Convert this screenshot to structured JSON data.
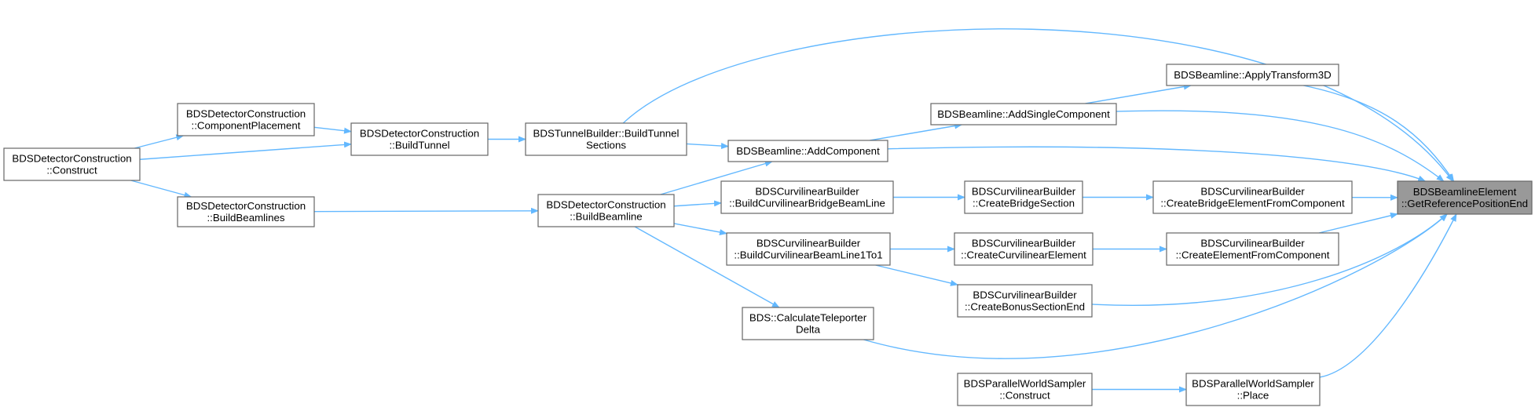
{
  "nodes": [
    {
      "id": "root",
      "lines": [
        "BDSBeamlineElement",
        "::GetReferencePositionEnd"
      ],
      "highlight": true
    },
    {
      "id": "applyT",
      "lines": [
        "BDSBeamline::ApplyTransform3D"
      ]
    },
    {
      "id": "addSingle",
      "lines": [
        "BDSBeamline::AddSingleComponent"
      ]
    },
    {
      "id": "addComp",
      "lines": [
        "BDSBeamline::AddComponent"
      ]
    },
    {
      "id": "tunnelSec",
      "lines": [
        "BDSTunnelBuilder::BuildTunnel",
        "Sections"
      ]
    },
    {
      "id": "buildTunnel",
      "lines": [
        "BDSDetectorConstruction",
        "::BuildTunnel"
      ]
    },
    {
      "id": "compPlace",
      "lines": [
        "BDSDetectorConstruction",
        "::ComponentPlacement"
      ]
    },
    {
      "id": "construct",
      "lines": [
        "BDSDetectorConstruction",
        "::Construct"
      ]
    },
    {
      "id": "buildBLs",
      "lines": [
        "BDSDetectorConstruction",
        "::BuildBeamlines"
      ]
    },
    {
      "id": "buildBL",
      "lines": [
        "BDSDetectorConstruction",
        "::BuildBeamline"
      ]
    },
    {
      "id": "bridgeBL",
      "lines": [
        "BDSCurvilinearBuilder",
        "::BuildCurvilinearBridgeBeamLine"
      ]
    },
    {
      "id": "bridgeSec",
      "lines": [
        "BDSCurvilinearBuilder",
        "::CreateBridgeSection"
      ]
    },
    {
      "id": "bridgeElem",
      "lines": [
        "BDSCurvilinearBuilder",
        "::CreateBridgeElementFromComponent"
      ]
    },
    {
      "id": "beamLine1",
      "lines": [
        "BDSCurvilinearBuilder",
        "::BuildCurvilinearBeamLine1To1"
      ]
    },
    {
      "id": "curvElem",
      "lines": [
        "BDSCurvilinearBuilder",
        "::CreateCurvilinearElement"
      ]
    },
    {
      "id": "elemFromComp",
      "lines": [
        "BDSCurvilinearBuilder",
        "::CreateElementFromComponent"
      ]
    },
    {
      "id": "bonus",
      "lines": [
        "BDSCurvilinearBuilder",
        "::CreateBonusSectionEnd"
      ]
    },
    {
      "id": "teleporter",
      "lines": [
        "BDS::CalculateTeleporter",
        "Delta"
      ]
    },
    {
      "id": "pwsConstruct",
      "lines": [
        "BDSParallelWorldSampler",
        "::Construct"
      ]
    },
    {
      "id": "pwsPlace",
      "lines": [
        "BDSParallelWorldSampler",
        "::Place"
      ]
    }
  ],
  "edges": [
    {
      "from": "applyT",
      "to": "root"
    },
    {
      "from": "addSingle",
      "to": "root"
    },
    {
      "from": "addComp",
      "to": "root"
    },
    {
      "from": "tunnelSec",
      "to": "root"
    },
    {
      "from": "bridgeElem",
      "to": "root"
    },
    {
      "from": "elemFromComp",
      "to": "root"
    },
    {
      "from": "bonus",
      "to": "root"
    },
    {
      "from": "teleporter",
      "to": "root"
    },
    {
      "from": "pwsPlace",
      "to": "root"
    },
    {
      "from": "addSingle",
      "to": "applyT"
    },
    {
      "from": "addComp",
      "to": "addSingle"
    },
    {
      "from": "tunnelSec",
      "to": "addComp"
    },
    {
      "from": "buildBL",
      "to": "addComp"
    },
    {
      "from": "buildTunnel",
      "to": "tunnelSec"
    },
    {
      "from": "compPlace",
      "to": "buildTunnel"
    },
    {
      "from": "construct",
      "to": "buildTunnel"
    },
    {
      "from": "construct",
      "to": "compPlace"
    },
    {
      "from": "construct",
      "to": "buildBLs"
    },
    {
      "from": "buildBLs",
      "to": "buildBL"
    },
    {
      "from": "buildBL",
      "to": "bridgeBL"
    },
    {
      "from": "buildBL",
      "to": "beamLine1"
    },
    {
      "from": "buildBL",
      "to": "teleporter"
    },
    {
      "from": "bridgeBL",
      "to": "bridgeSec"
    },
    {
      "from": "bridgeSec",
      "to": "bridgeElem"
    },
    {
      "from": "beamLine1",
      "to": "curvElem"
    },
    {
      "from": "beamLine1",
      "to": "bonus"
    },
    {
      "from": "curvElem",
      "to": "elemFromComp"
    },
    {
      "from": "pwsConstruct",
      "to": "pwsPlace"
    }
  ],
  "colors": {
    "edge": "#63b8ff",
    "node_border": "#666666",
    "node_fill": "#ffffff",
    "highlight_fill": "#999999"
  }
}
